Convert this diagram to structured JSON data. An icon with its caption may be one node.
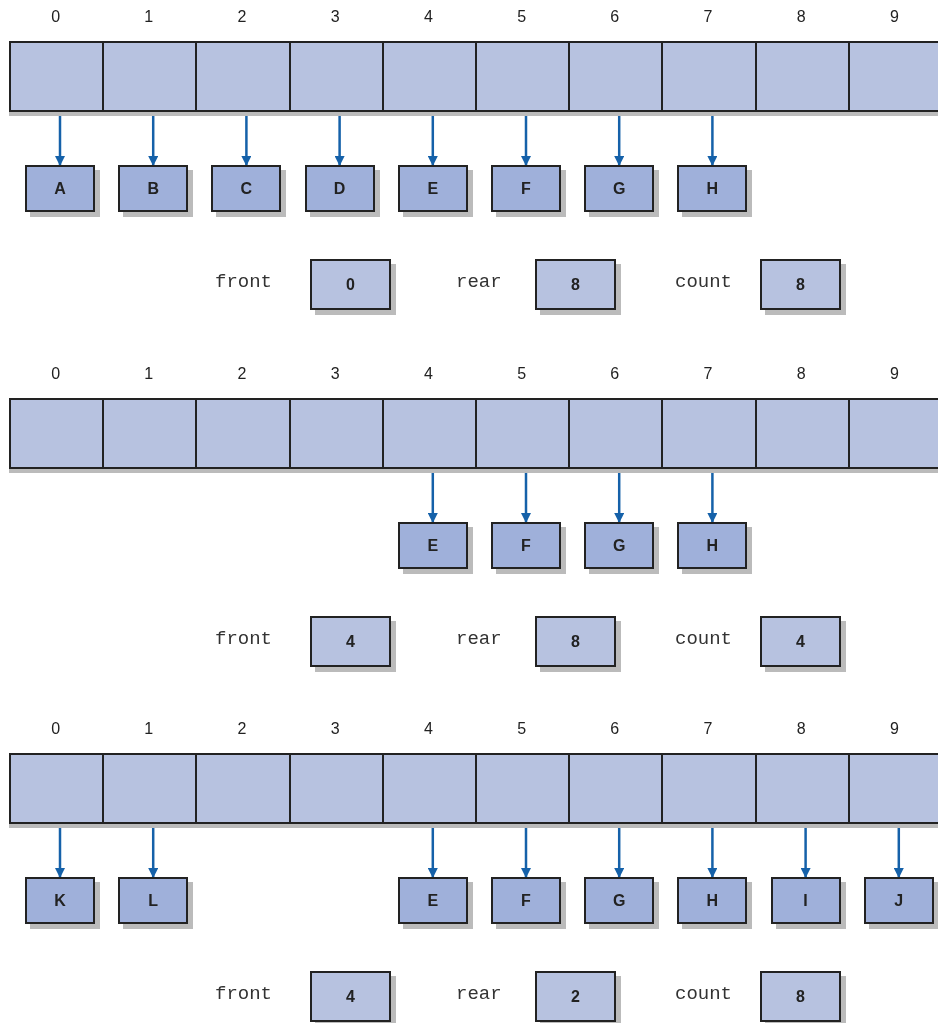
{
  "diagram": {
    "nodes": [
      {
        "text": [],
        "shape": "box",
        "beside": [
          "0"
        ]
      },
      {
        "text": [],
        "shape": "box",
        "beside": [
          "1"
        ]
      },
      {
        "text": [],
        "shape": "box",
        "beside": [
          "2"
        ]
      },
      {
        "text": [],
        "shape": "box",
        "beside": [
          "3"
        ]
      },
      {
        "text": [],
        "shape": "box",
        "beside": [
          "4"
        ]
      },
      {
        "text": [],
        "shape": "box",
        "beside": [
          "5"
        ]
      },
      {
        "text": [],
        "shape": "box",
        "beside": [
          "6"
        ]
      },
      {
        "text": [],
        "shape": "box",
        "beside": [
          "7"
        ]
      },
      {
        "text": [],
        "shape": "box",
        "beside": [
          "8"
        ]
      },
      {
        "text": [],
        "shape": "box",
        "beside": [
          "9"
        ]
      },
      {
        "text": [
          "A"
        ]
      },
      {
        "text": [
          "B"
        ]
      },
      {
        "text": [
          "C"
        ]
      },
      {
        "text": [
          "D"
        ]
      },
      {
        "text": [
          "E"
        ]
      },
      {
        "text": [
          "F"
        ]
      },
      {
        "text": [
          "G"
        ]
      },
      {
        "text": [
          "H"
        ]
      },
      {
        "text": [
          "0"
        ],
        "beside": [
          "front"
        ]
      },
      {
        "text": [
          "8"
        ],
        "beside": [
          "rear"
        ]
      },
      {
        "text": [
          "8"
        ],
        "beside": [
          "count"
        ]
      },
      {
        "text": [],
        "shape": "box",
        "beside": [
          "0"
        ]
      },
      {
        "text": [],
        "shape": "box",
        "beside": [
          "1"
        ]
      },
      {
        "text": [],
        "shape": "box",
        "beside": [
          "2"
        ]
      },
      {
        "text": [],
        "shape": "box",
        "beside": [
          "3"
        ]
      },
      {
        "text": [],
        "shape": "box",
        "beside": [
          "4"
        ]
      },
      {
        "text": [],
        "shape": "box",
        "beside": [
          "5"
        ]
      },
      {
        "text": [],
        "shape": "box",
        "beside": [
          "6"
        ]
      },
      {
        "text": [],
        "shape": "box",
        "beside": [
          "7"
        ]
      },
      {
        "text": [],
        "shape": "box",
        "beside": [
          "8"
        ]
      },
      {
        "text": [],
        "shape": "box",
        "beside": [
          "9"
        ]
      },
      {
        "text": [
          "E"
        ]
      },
      {
        "text": [
          "F"
        ]
      },
      {
        "text": [
          "G"
        ]
      },
      {
        "text": [
          "H"
        ]
      },
      {
        "text": [
          "4"
        ],
        "beside": [
          "front"
        ]
      },
      {
        "text": [
          "8"
        ],
        "beside": [
          "rear"
        ]
      },
      {
        "text": [
          "4"
        ],
        "beside": [
          "count"
        ]
      },
      {
        "text": [],
        "shape": "box",
        "beside": [
          "0"
        ]
      },
      {
        "text": [],
        "shape": "box",
        "beside": [
          "1"
        ]
      },
      {
        "text": [],
        "shape": "box",
        "beside": [
          "2"
        ]
      },
      {
        "text": [],
        "shape": "box",
        "beside": [
          "3"
        ]
      },
      {
        "text": [],
        "shape": "box",
        "beside": [
          "4"
        ]
      },
      {
        "text": [],
        "shape": "box",
        "beside": [
          "5"
        ]
      },
      {
        "text": [],
        "shape": "box",
        "beside": [
          "6"
        ]
      },
      {
        "text": [],
        "shape": "box",
        "beside": [
          "7"
        ]
      },
      {
        "text": [],
        "shape": "box",
        "beside": [
          "8"
        ]
      },
      {
        "text": [],
        "shape": "box",
        "beside": [
          "9"
        ]
      },
      {
        "text": [
          "K"
        ]
      },
      {
        "text": [
          "L"
        ]
      },
      {
        "text": [
          "E"
        ]
      },
      {
        "text": [
          "F"
        ]
      },
      {
        "text": [
          "G"
        ]
      },
      {
        "text": [
          "H"
        ]
      },
      {
        "text": [
          "I"
        ]
      },
      {
        "text": [
          "J"
        ]
      },
      {
        "text": [
          "4"
        ],
        "beside": [
          "front"
        ]
      },
      {
        "text": [
          "2"
        ],
        "beside": [
          "rear"
        ]
      },
      {
        "text": [
          "8"
        ],
        "beside": [
          "count"
        ]
      }
    ],
    "edges": [
      {
        "from": 0,
        "to": 10,
        "arrow": "to"
      },
      {
        "from": 1,
        "to": 11,
        "arrow": "to"
      },
      {
        "from": 2,
        "to": 12,
        "arrow": "to"
      },
      {
        "from": 3,
        "to": 13,
        "arrow": "to"
      },
      {
        "from": 4,
        "to": 14,
        "arrow": "to"
      },
      {
        "from": 5,
        "to": 15,
        "arrow": "to"
      },
      {
        "from": 6,
        "to": 16,
        "arrow": "to"
      },
      {
        "from": 7,
        "to": 17,
        "arrow": "to"
      },
      {
        "from": 25,
        "to": 31,
        "arrow": "to"
      },
      {
        "from": 26,
        "to": 32,
        "arrow": "to"
      },
      {
        "from": 27,
        "to": 33,
        "arrow": "to"
      },
      {
        "from": 28,
        "to": 34,
        "arrow": "to"
      },
      {
        "from": 38,
        "to": 48,
        "arrow": "to"
      },
      {
        "from": 39,
        "to": 49,
        "arrow": "to"
      },
      {
        "from": 42,
        "to": 50,
        "arrow": "to"
      },
      {
        "from": 43,
        "to": 51,
        "arrow": "to"
      },
      {
        "from": 44,
        "to": 52,
        "arrow": "to"
      },
      {
        "from": 45,
        "to": 53,
        "arrow": "to"
      },
      {
        "from": 46,
        "to": 54,
        "arrow": "to"
      },
      {
        "from": 47,
        "to": 55,
        "arrow": "to"
      }
    ]
  }
}
